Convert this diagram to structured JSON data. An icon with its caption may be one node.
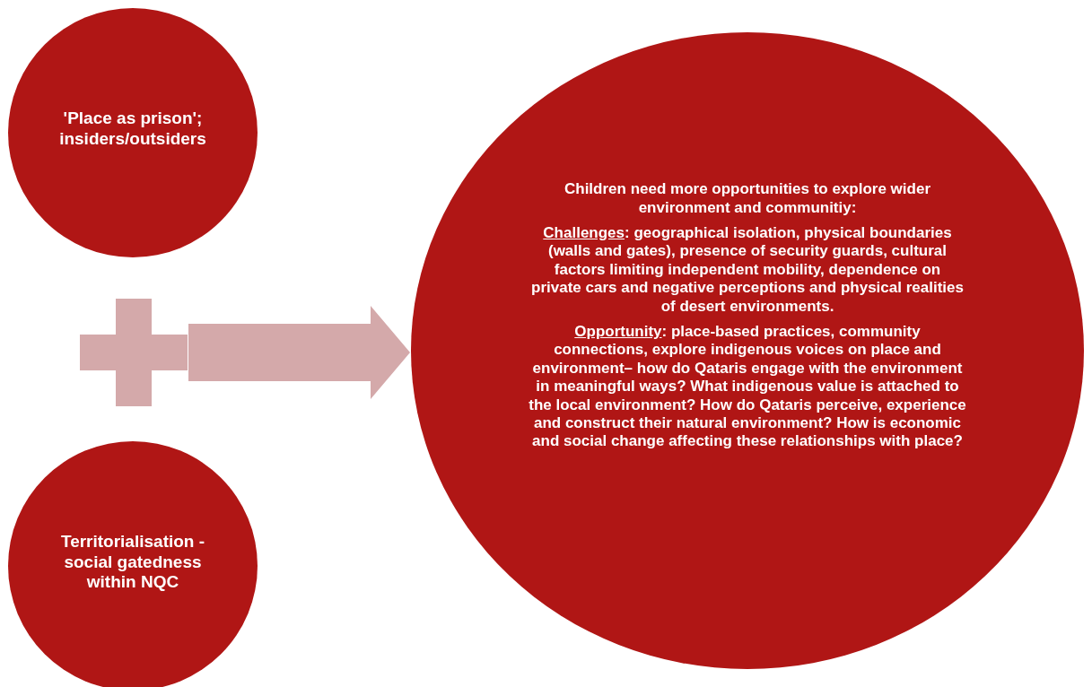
{
  "diagram": {
    "nodes": [
      {
        "text": [
          "'Place as prison'; insiders/outsiders"
        ]
      },
      {
        "text": [],
        "shape": "cross"
      },
      {
        "text": [
          "Territorialisation - social gatedness within NQC"
        ]
      },
      {
        "text": [
          "Children need more opportunities to explore wider environment and communitiy:",
          "Challenges: geographical isolation, physical boundaries (walls and gates), presence of security guards, cultural factors limiting independent mobility, dependence on private cars and negative perceptions and physical realities of desert environments.",
          "Opportunity: place-based practices, community connections, explore indigenous voices on place and environment– how do Qataris engage with the environment in meaningful ways? What indigenous value is attached to the local environment? How do Qataris perceive, experience and construct their natural environment?  How is economic and social change affecting these relationships with place?"
        ]
      }
    ],
    "edges": [
      {
        "from": 1,
        "to": 3,
        "arrow": "to",
        "style": "thick"
      }
    ]
  }
}
